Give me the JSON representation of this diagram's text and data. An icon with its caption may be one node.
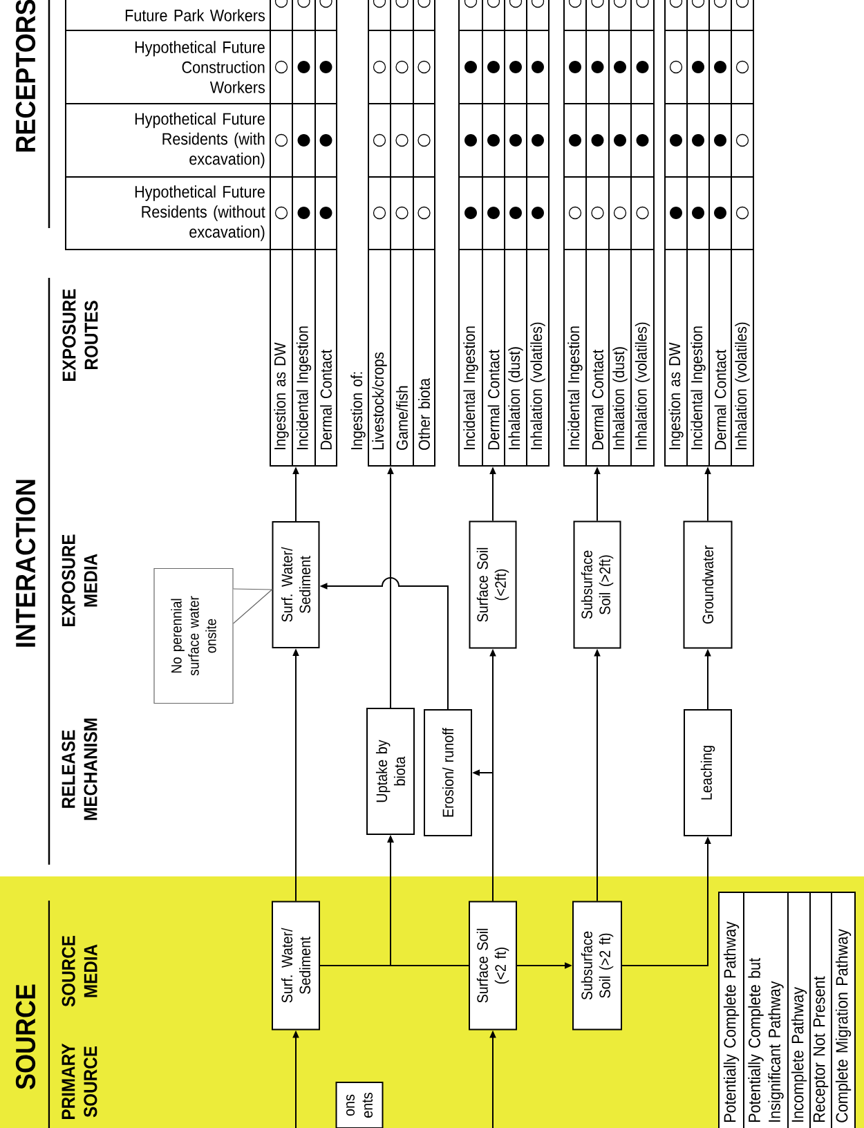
{
  "diagram": {
    "nodes": [
      {
        "text": [
          "SOURCE",
          "SOURCE MEDIA",
          "PRIMARY SOURCE"
        ]
      },
      {
        "text": [
          "ons ents"
        ],
        "in": 0
      },
      {
        "text": [
          "Surf. Water/ Sediment"
        ],
        "in": 0
      },
      {
        "text": [
          "Surface Soil (<2 ft)"
        ],
        "in": 0
      },
      {
        "text": [
          "Subsurface Soil (>2 ft)"
        ],
        "in": 0
      },
      {
        "text": [
          "Uptake by biota"
        ]
      },
      {
        "text": [
          "Erosion/ runoff"
        ]
      },
      {
        "text": [
          "Leaching"
        ]
      },
      {
        "text": [
          "No perennial surface water onsite"
        ]
      },
      {
        "text": [
          "Surf. Water/ Sediment"
        ]
      },
      {
        "text": [
          "Surface Soil (<2ft)"
        ]
      },
      {
        "text": [
          "Subsurface Soil (>2ft)"
        ]
      },
      {
        "text": [
          "Groundwater"
        ]
      },
      {
        "text": [
          "Ingestion as DW",
          "Incidental Ingestion",
          "Dermal Contact"
        ]
      },
      {
        "text": [
          "Ingestion of:",
          "Livestock/crops",
          "Game/fish",
          "Other biota"
        ]
      },
      {
        "text": [
          "Incidental Ingestion",
          "Dermal Contact",
          "Inhalation (dust)",
          "Inhalation (volatiles)"
        ]
      },
      {
        "text": [
          "Incidental Ingestion",
          "Dermal Contact",
          "Inhalation (dust)",
          "Inhalation (volatiles)"
        ]
      },
      {
        "text": [
          "Ingestion as DW",
          "Incidental Ingestion",
          "Dermal Contact",
          "Inhalation (volatiles)"
        ]
      },
      {
        "text": [
          "Future Park Workers"
        ]
      },
      {
        "text": [
          "Hypothetical Future Construction Workers"
        ]
      },
      {
        "text": [
          "Hypothetical Future Residents (with excavation)"
        ]
      },
      {
        "text": [
          "Hypothetical Future Residents (without excavation)"
        ]
      }
    ],
    "edges": [
      {
        "from": null,
        "to": 2,
        "arrow": "to"
      },
      {
        "from": null,
        "to": 3,
        "arrow": "to"
      },
      {
        "from": 2,
        "to": 9,
        "arrow": "to"
      },
      {
        "from": 2,
        "to": 5,
        "arrow": "to"
      },
      {
        "from": 3,
        "to": 5,
        "arrow": "to"
      },
      {
        "from": 3,
        "to": 4,
        "arrow": "to"
      },
      {
        "from": 4,
        "to": 7,
        "arrow": "to"
      },
      {
        "from": 3,
        "to": 10,
        "arrow": "to"
      },
      {
        "from": 3,
        "to": 6,
        "arrow": "to"
      },
      {
        "from": 4,
        "to": 11,
        "arrow": "to"
      },
      {
        "from": 7,
        "to": 12,
        "arrow": "to"
      },
      {
        "from": 6,
        "to": 9,
        "arrow": "to"
      },
      {
        "from": 5,
        "to": 14,
        "arrow": "to"
      },
      {
        "from": 8,
        "to": 9,
        "arrow": "to",
        "color": "#666666"
      },
      {
        "from": 9,
        "to": 13,
        "arrow": "to"
      },
      {
        "from": 10,
        "to": 15,
        "arrow": "to"
      },
      {
        "from": 11,
        "to": 16,
        "arrow": "to"
      },
      {
        "from": 12,
        "to": 17,
        "arrow": "to"
      }
    ],
    "labels": [
      "INTERACTION",
      "RELEASE MECHANISM",
      "EXPOSURE MEDIA",
      "EXPOSURE ROUTES",
      "RECEPTORS"
    ],
    "legend": [
      {
        "text": "Potentially Complete Pathway"
      },
      {
        "text": "Potentially Complete but Insignificant Pathway"
      },
      {
        "text": "Incomplete Pathway"
      },
      {
        "text": "Receptor Not Present"
      },
      {
        "text": "Complete Migration Pathway"
      }
    ]
  }
}
